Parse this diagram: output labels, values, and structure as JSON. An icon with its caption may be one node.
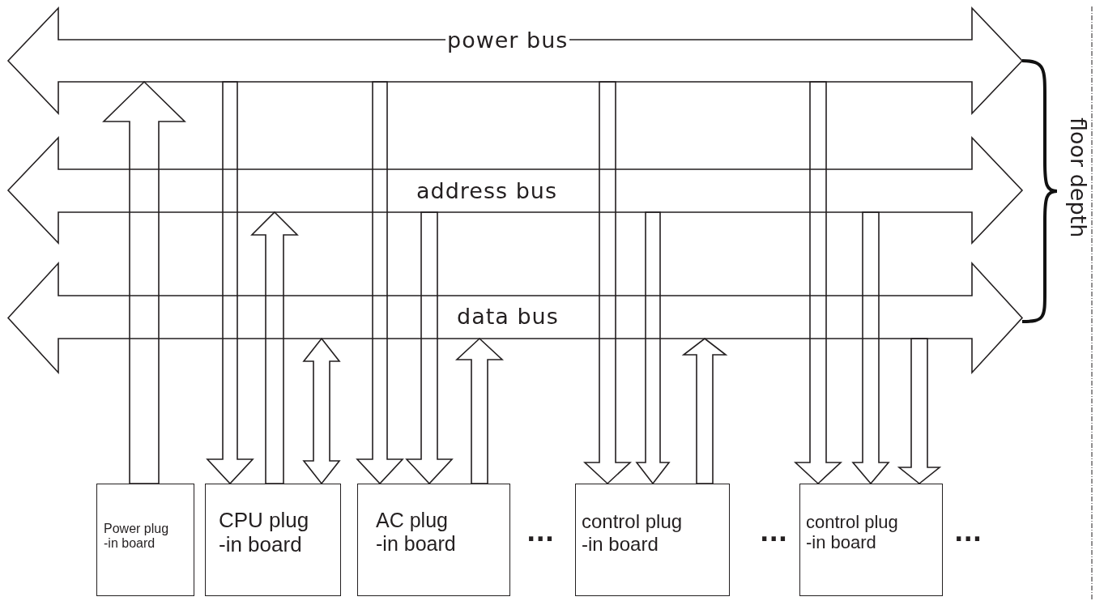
{
  "diagram": {
    "nodes": [
      {
        "text": [
          "power bus"
        ]
      },
      {
        "text": [
          "address bus"
        ]
      },
      {
        "text": [
          "data bus"
        ]
      },
      {
        "text": [
          "Power plug -in board"
        ]
      },
      {
        "text": [
          "CPU plug -in board"
        ]
      },
      {
        "text": [
          "AC plug -in board"
        ]
      },
      {
        "text": [
          "control plug -in board"
        ]
      },
      {
        "text": [
          "control plug -in board"
        ]
      }
    ],
    "edges": [
      {
        "from": 3,
        "to": 0,
        "arrow": "to"
      },
      {
        "from": 0,
        "to": 4,
        "arrow": "to"
      },
      {
        "from": 4,
        "to": 1,
        "arrow": "to"
      },
      {
        "from": 4,
        "to": 2,
        "arrow": "both"
      },
      {
        "from": 0,
        "to": 5,
        "arrow": "to"
      },
      {
        "from": 1,
        "to": 5,
        "arrow": "to"
      },
      {
        "from": 5,
        "to": 2,
        "arrow": "to"
      },
      {
        "from": 0,
        "to": 6,
        "arrow": "to"
      },
      {
        "from": 1,
        "to": 6,
        "arrow": "to"
      },
      {
        "from": 6,
        "to": 2,
        "arrow": "to"
      },
      {
        "from": 0,
        "to": 7,
        "arrow": "to"
      },
      {
        "from": 1,
        "to": 7,
        "arrow": "to"
      },
      {
        "from": 2,
        "to": 7,
        "arrow": "to"
      }
    ],
    "labels": [
      "floor depth",
      "...",
      "...",
      "..."
    ]
  }
}
